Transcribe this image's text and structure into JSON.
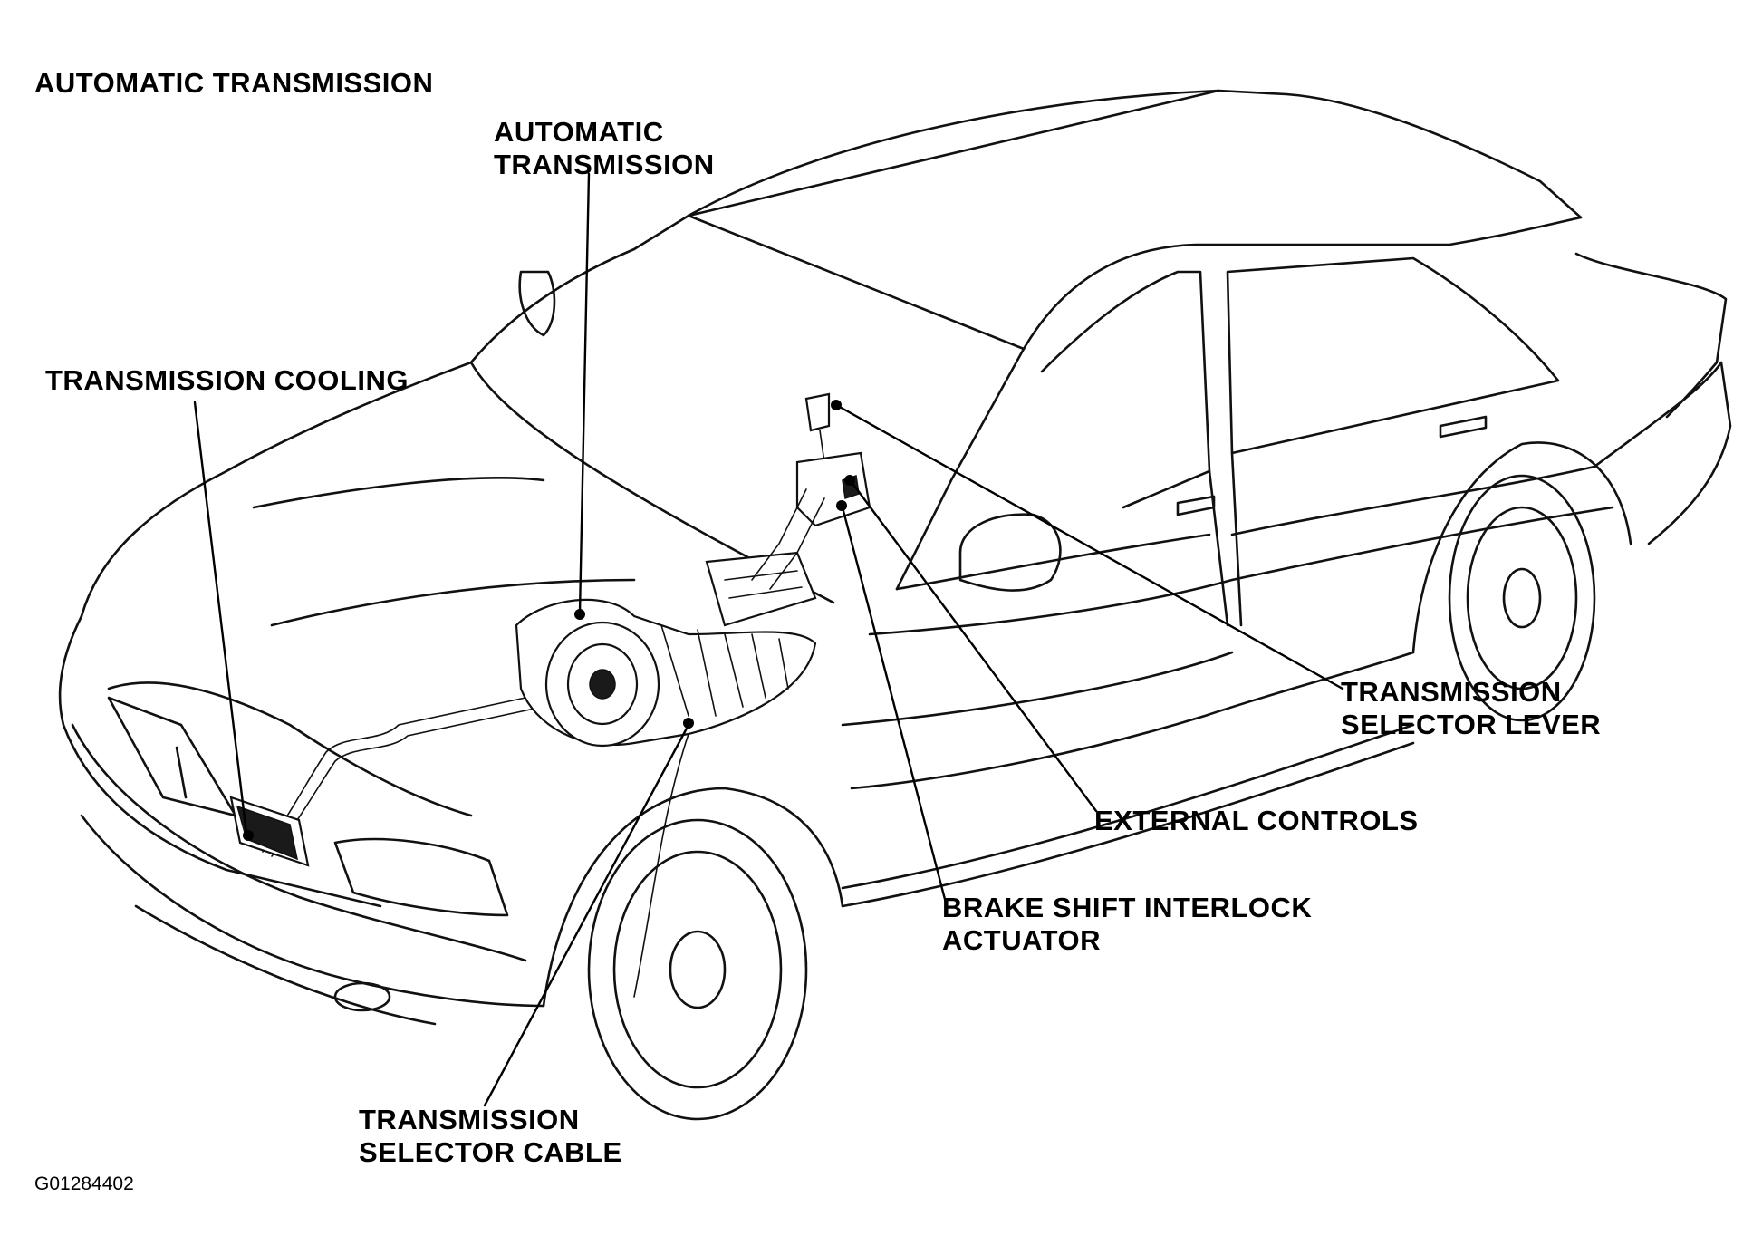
{
  "diagram": {
    "title": "AUTOMATIC TRANSMISSION",
    "figure_id": "G01284402",
    "callouts": {
      "automatic_transmission": [
        "AUTOMATIC",
        "TRANSMISSION"
      ],
      "transmission_cooling": [
        "TRANSMISSION COOLING"
      ],
      "transmission_selector_lever": [
        "TRANSMISSION",
        "SELECTOR LEVER"
      ],
      "external_controls": [
        "EXTERNAL CONTROLS"
      ],
      "brake_shift_interlock_actuator": [
        "BRAKE SHIFT INTERLOCK",
        "ACTUATOR"
      ],
      "transmission_selector_cable": [
        "TRANSMISSION",
        "SELECTOR CABLE"
      ]
    }
  }
}
